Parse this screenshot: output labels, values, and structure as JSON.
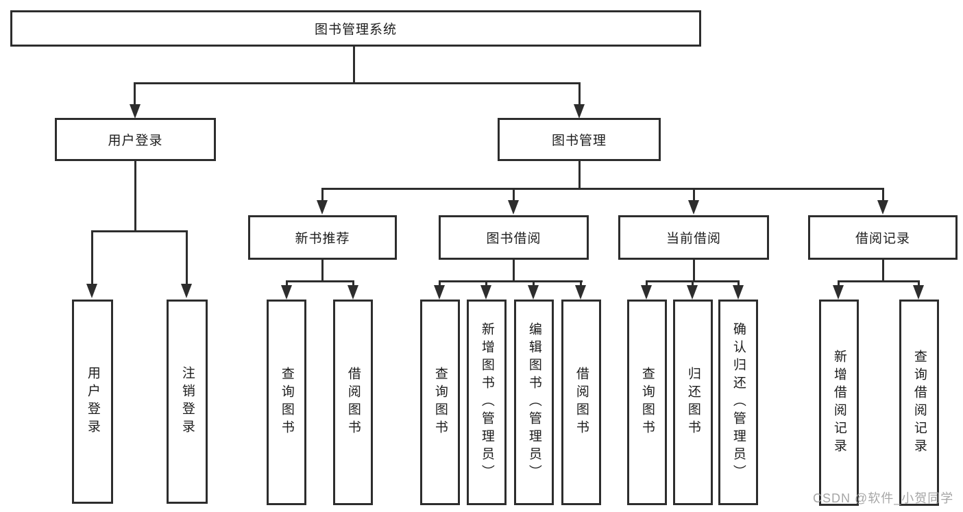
{
  "diagram": {
    "title": "图书管理系统",
    "colors": {
      "line": "#2d2d2d",
      "box_border": "#2d2d2d",
      "text": "#1c1c1c",
      "background": "#ffffff",
      "watermark": "#9e9e9e"
    },
    "root": {
      "label": "图书管理系统"
    },
    "level1": [
      {
        "label": "用户登录"
      },
      {
        "label": "图书管理"
      }
    ],
    "level2": [
      {
        "label": "新书推荐",
        "parent": "图书管理"
      },
      {
        "label": "图书借阅",
        "parent": "图书管理"
      },
      {
        "label": "当前借阅",
        "parent": "图书管理"
      },
      {
        "label": "借阅记录",
        "parent": "图书管理"
      }
    ],
    "leaves": [
      {
        "label": "用户登录",
        "parent": "用户登录"
      },
      {
        "label": "注销登录",
        "parent": "用户登录"
      },
      {
        "label": "查询图书",
        "parent": "新书推荐"
      },
      {
        "label": "借阅图书",
        "parent": "新书推荐"
      },
      {
        "label": "查询图书",
        "parent": "图书借阅"
      },
      {
        "label": "新增图书（管理员）",
        "parent": "图书借阅"
      },
      {
        "label": "编辑图书（管理员）",
        "parent": "图书借阅"
      },
      {
        "label": "借阅图书",
        "parent": "图书借阅"
      },
      {
        "label": "查询图书",
        "parent": "当前借阅"
      },
      {
        "label": "归还图书",
        "parent": "当前借阅"
      },
      {
        "label": "确认归还（管理员）",
        "parent": "当前借阅"
      },
      {
        "label": "新增借阅记录",
        "parent": "借阅记录"
      },
      {
        "label": "查询借阅记录",
        "parent": "借阅记录"
      }
    ],
    "watermark": "CSDN @软件_小贺同学"
  }
}
